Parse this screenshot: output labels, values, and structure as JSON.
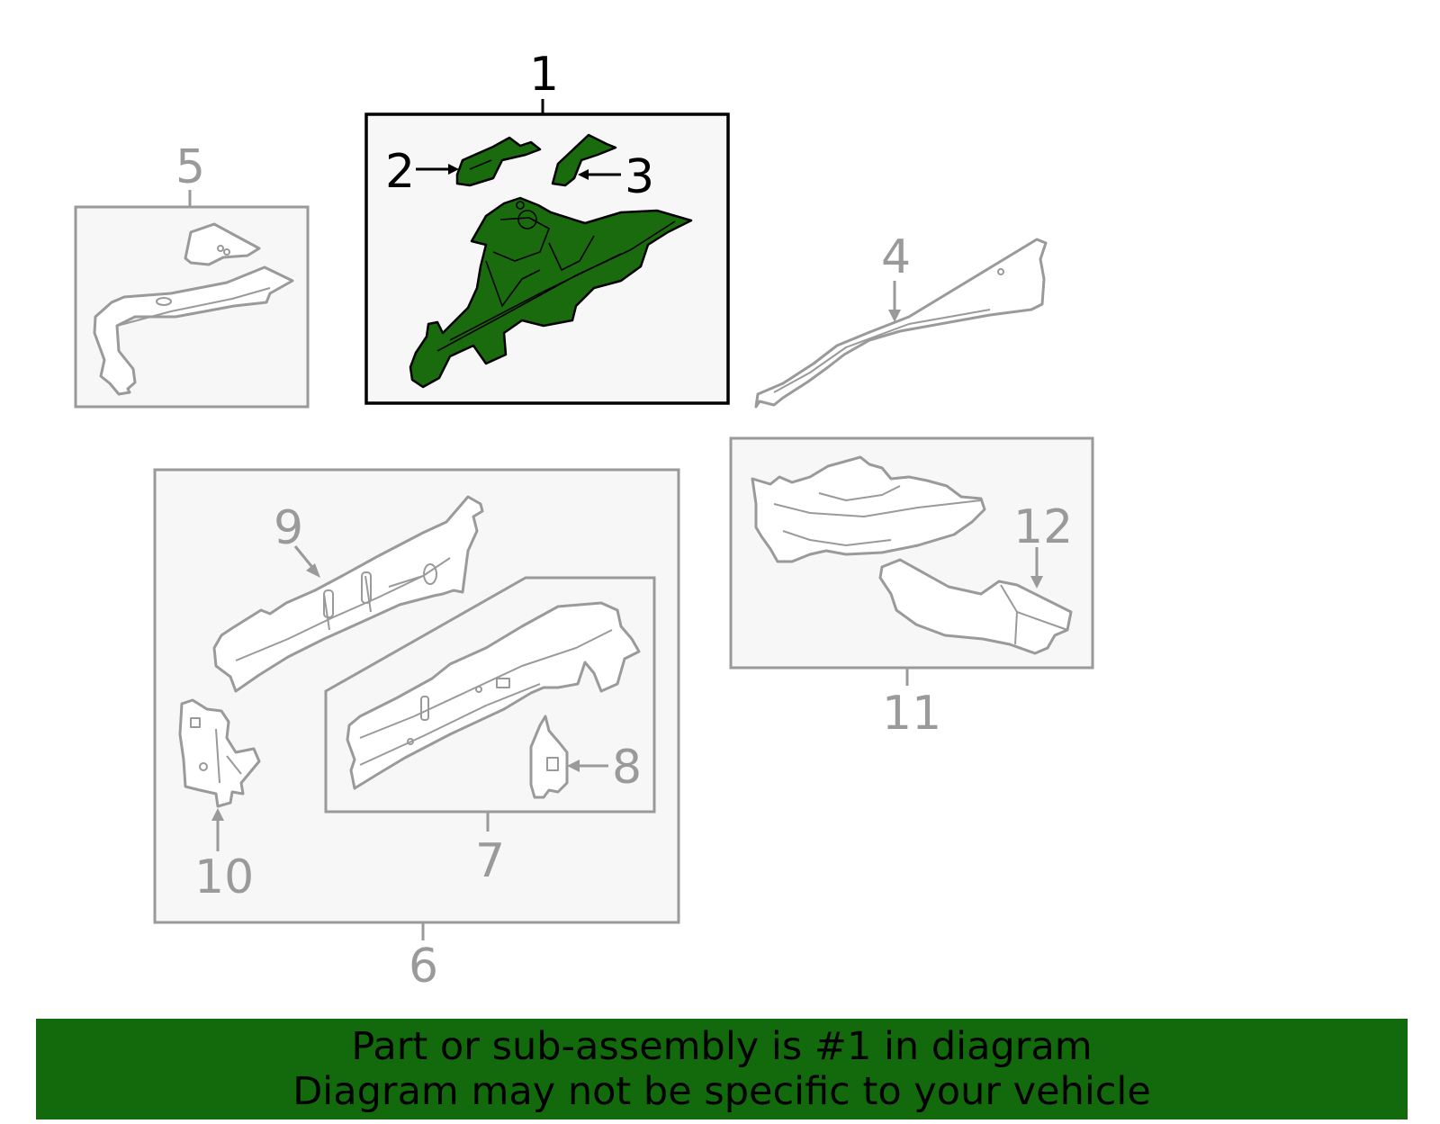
{
  "callouts": {
    "c1": "1",
    "c2": "2",
    "c3": "3",
    "c4": "4",
    "c5": "5",
    "c6": "6",
    "c7": "7",
    "c8": "8",
    "c9": "9",
    "c10": "10",
    "c11": "11",
    "c12": "12"
  },
  "banner": {
    "line1": "Part or sub-assembly is #1 in diagram",
    "line2": "Diagram may not be specific to your vehicle"
  },
  "colors": {
    "highlight_green": "#1a6b0e",
    "banner_green": "#136a0c",
    "outline_grey": "#9a9a9a"
  }
}
